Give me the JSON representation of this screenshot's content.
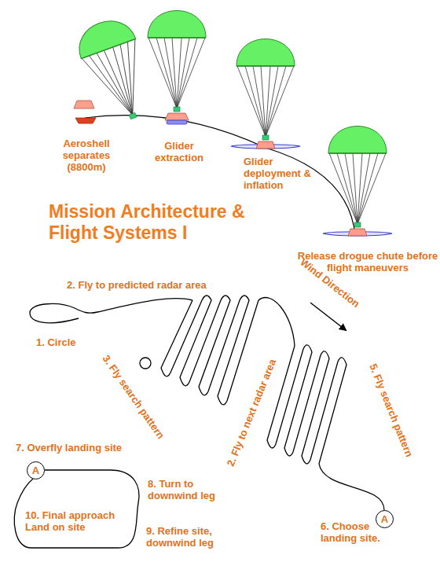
{
  "diagram": {
    "title": "Mission Architecture & Flight Systems I",
    "nodes": [
      {
        "text": [
          "A"
        ]
      },
      {
        "text": [
          "A"
        ]
      }
    ],
    "labels": [
      "Aeroshell separates (8800m)",
      "Glider extraction",
      "Glider deployment & inflation",
      "Release drogue chute before flight maneuvers",
      "Wind Direction",
      "2. Fly to predicted radar area",
      "1. Circle",
      "3. Fly search pattern",
      "2. Fly to next radar area",
      "5. Fly search pattern",
      "7. Overfly landing site",
      "8. Turn to downwind leg",
      "9. Refine site, downwind leg",
      "10. Final approach Land on site",
      "6. Choose landing site."
    ]
  }
}
